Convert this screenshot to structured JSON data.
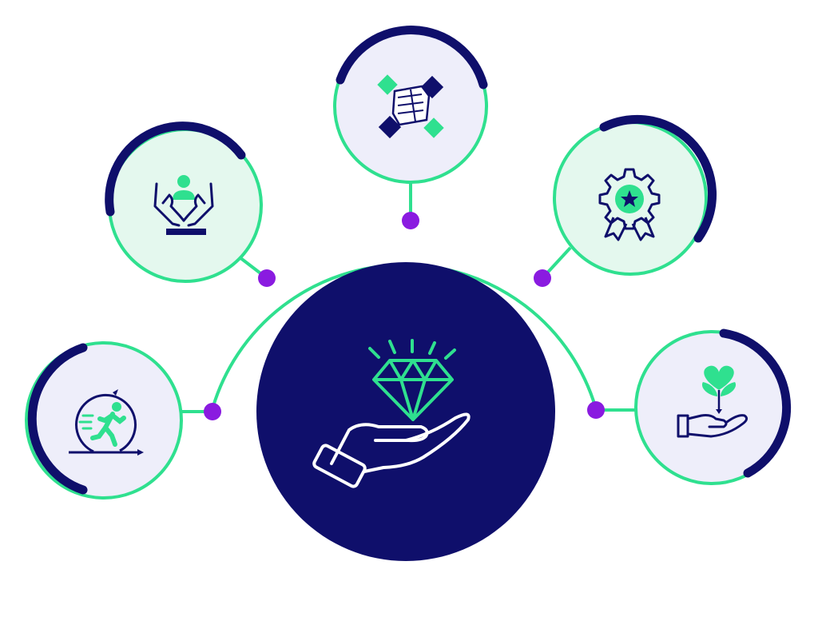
{
  "colors": {
    "navy": "#0f0f6b",
    "green": "#2fe08f",
    "purple": "#8a1be0",
    "light_lavender": "#eeeefa",
    "light_mint": "#e4f8ee",
    "white": "#ffffff"
  },
  "center": {
    "icon": "diamond-in-hand-icon"
  },
  "nodes": [
    {
      "id": "agility",
      "icon": "running-person-cycle-icon",
      "fill": "light_lavender"
    },
    {
      "id": "care",
      "icon": "hands-protecting-person-icon",
      "fill": "light_mint"
    },
    {
      "id": "teamwork",
      "icon": "stacked-hands-icon",
      "fill": "light_lavender"
    },
    {
      "id": "excellence",
      "icon": "award-gear-badge-icon",
      "fill": "light_mint"
    },
    {
      "id": "sustainability",
      "icon": "hand-with-heart-plant-icon",
      "fill": "light_lavender"
    }
  ]
}
